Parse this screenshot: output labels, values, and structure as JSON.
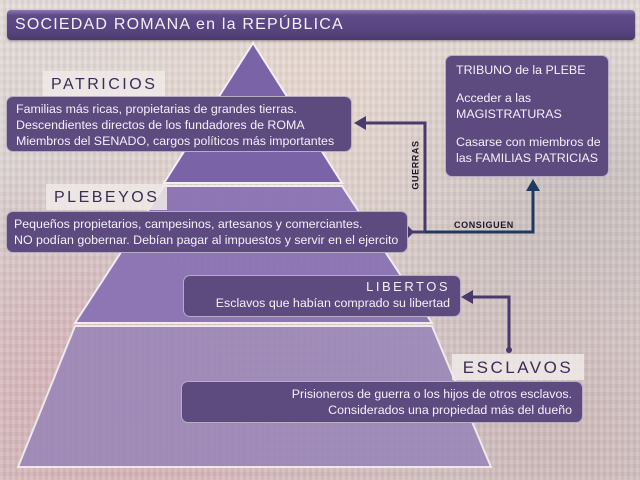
{
  "title": "SOCIEDAD ROMANA en la REPÚBLICA",
  "tiers": [
    {
      "label": "PATRICIOS",
      "lines": [
        "Familias más ricas, propietarias de grandes tierras.",
        "Descendientes directos de los fundadores de ROMA",
        "Miembros del SENADO, cargos políticos más importantes"
      ]
    },
    {
      "label": "PLEBEYOS",
      "lines": [
        "Pequeños propietarios, campesinos, artesanos y comerciantes.",
        "NO podían gobernar. Debían pagar al impuestos y servir en el ejercito"
      ]
    },
    {
      "label": "LIBERTOS",
      "lines": [
        "Esclavos que habían comprado su libertad"
      ]
    },
    {
      "label": "ESCLAVOS",
      "lines": [
        "Prisioneros de guerra o los hijos de otros esclavos.",
        "Considerados una propiedad más del dueño"
      ]
    }
  ],
  "achievements": {
    "lines": [
      "TRIBUNO de la PLEBE",
      "",
      "Acceder a las",
      "MAGISTRATURAS",
      "",
      "Casarse con miembros de",
      "las FAMILIAS PATRICIAS"
    ]
  },
  "connectors": {
    "guerras": "GUERRAS",
    "consiguen": "CONSIGUEN"
  },
  "colors": {
    "box": "#5d4a7f",
    "pyramid_top": "#7a63a6",
    "pyramid_bottom": "#9a86b8",
    "arrow_purple": "#4a3a6c",
    "arrow_navy": "#1f3a5f"
  }
}
